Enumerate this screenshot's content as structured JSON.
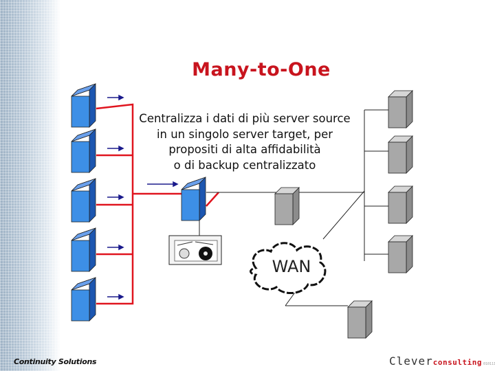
{
  "slide": {
    "title": "Many-to-One",
    "description": [
      "Centralizza i dati di più server source",
      "in un singolo server target, per",
      "propositi di alta affidabilità",
      "o di backup centralizzato"
    ],
    "cloud_label": "WAN",
    "footer_left": "Continuity Solutions",
    "brand": {
      "part1": "Clever",
      "part2": "consulting",
      "part3": "0101111"
    }
  },
  "colors": {
    "title": "#c8141e",
    "replication_line": "#e0141e",
    "server_front": "#3d8fe6",
    "remote_server": "#a8a8a8"
  }
}
